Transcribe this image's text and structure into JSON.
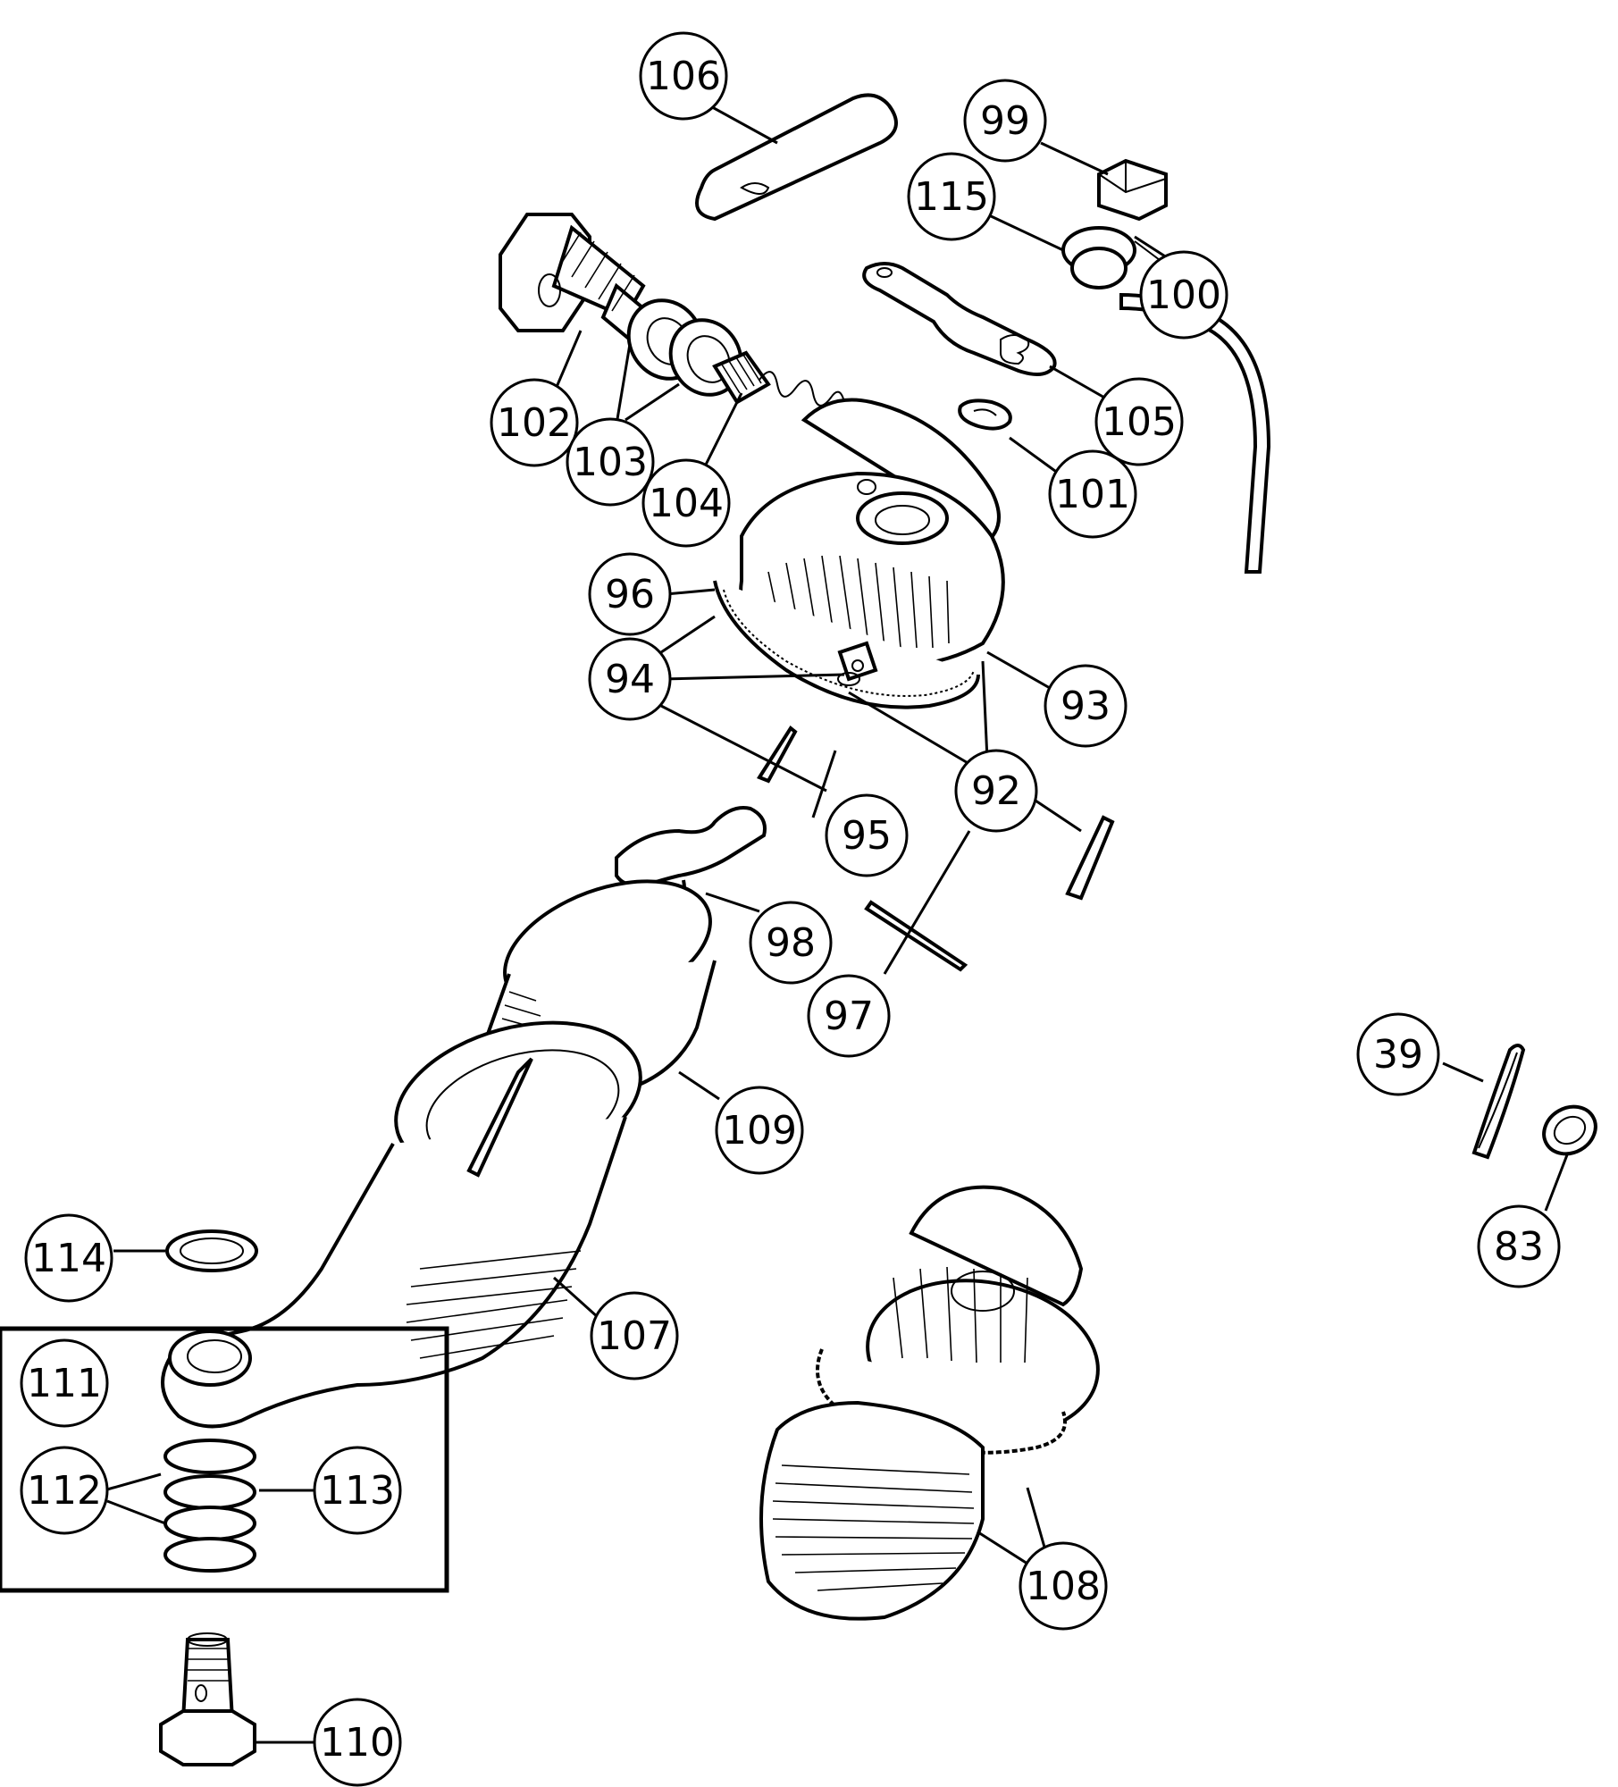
{
  "diagram": {
    "callouts": [
      {
        "id": "106",
        "label": "106"
      },
      {
        "id": "99",
        "label": "99"
      },
      {
        "id": "115",
        "label": "115"
      },
      {
        "id": "100",
        "label": "100"
      },
      {
        "id": "102",
        "label": "102"
      },
      {
        "id": "103",
        "label": "103"
      },
      {
        "id": "104",
        "label": "104"
      },
      {
        "id": "105",
        "label": "105"
      },
      {
        "id": "101",
        "label": "101"
      },
      {
        "id": "96",
        "label": "96"
      },
      {
        "id": "94",
        "label": "94"
      },
      {
        "id": "93",
        "label": "93"
      },
      {
        "id": "92",
        "label": "92"
      },
      {
        "id": "95",
        "label": "95"
      },
      {
        "id": "98",
        "label": "98"
      },
      {
        "id": "97",
        "label": "97"
      },
      {
        "id": "109",
        "label": "109"
      },
      {
        "id": "39",
        "label": "39"
      },
      {
        "id": "83",
        "label": "83"
      },
      {
        "id": "114",
        "label": "114"
      },
      {
        "id": "107",
        "label": "107"
      },
      {
        "id": "111",
        "label": "111"
      },
      {
        "id": "112",
        "label": "112"
      },
      {
        "id": "113",
        "label": "113"
      },
      {
        "id": "108",
        "label": "108"
      },
      {
        "id": "110",
        "label": "110"
      }
    ]
  }
}
